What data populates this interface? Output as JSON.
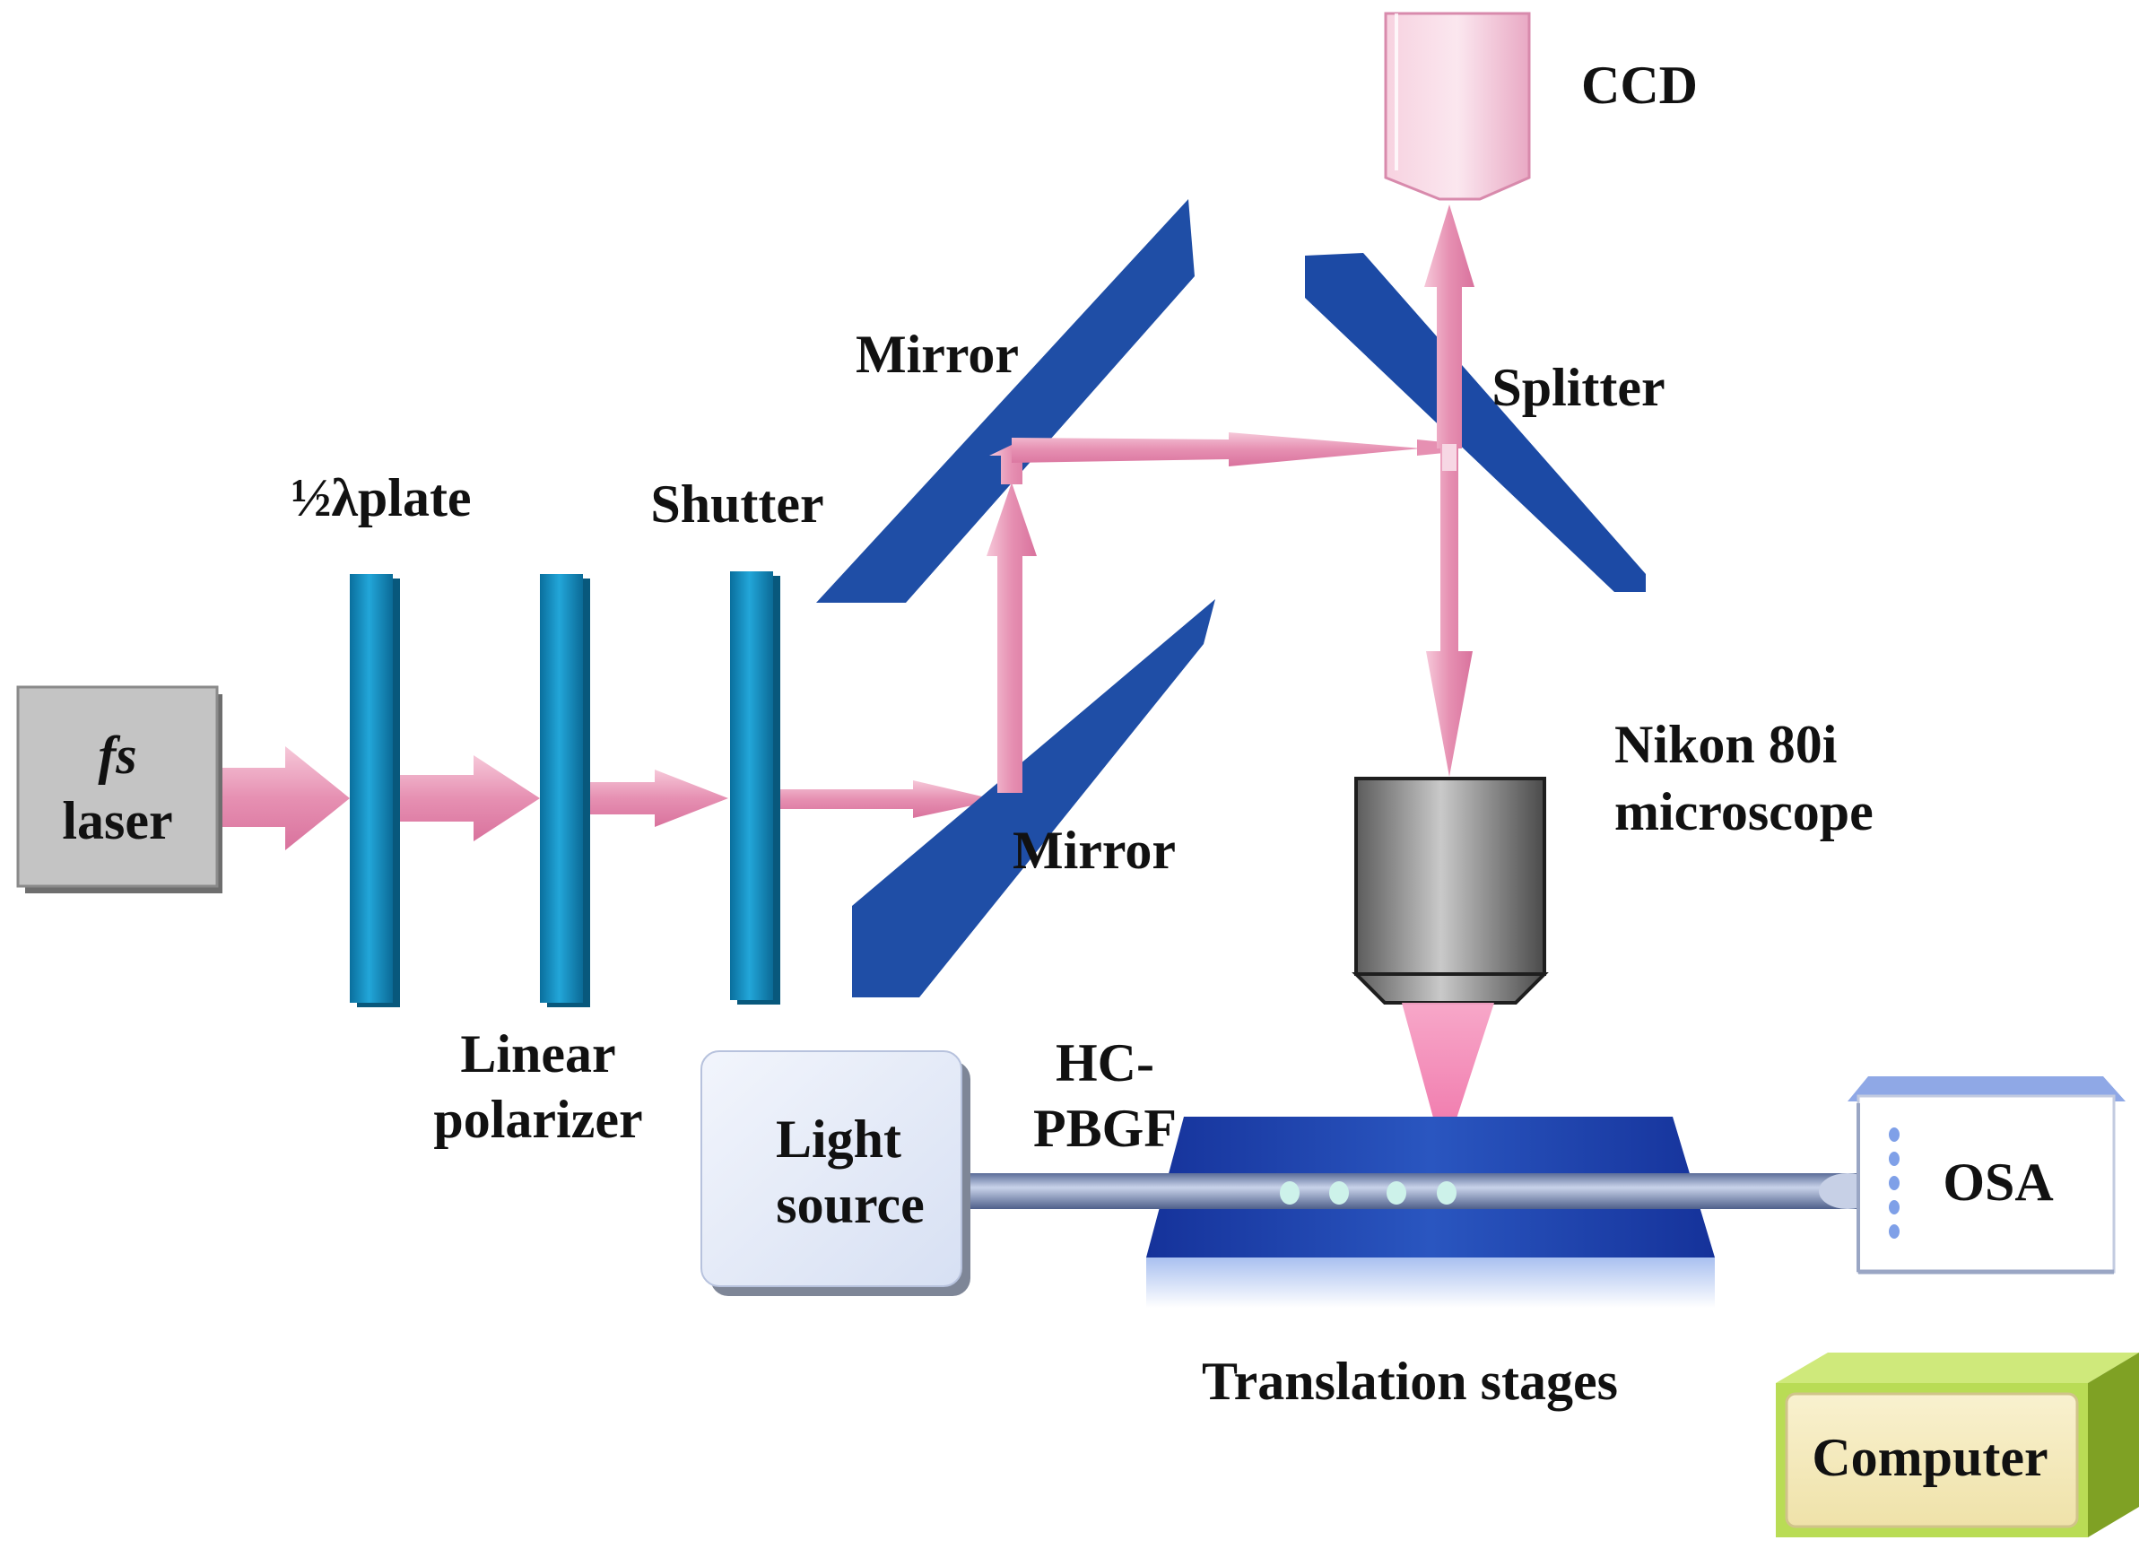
{
  "labels": {
    "laser_line1": "fs",
    "laser_line2": "laser",
    "half_wave_plate": "½λplate",
    "shutter": "Shutter",
    "linear_polarizer_line1": "Linear",
    "linear_polarizer_line2": "polarizer",
    "mirror_upper": "Mirror",
    "mirror_lower": "Mirror",
    "ccd": "CCD",
    "splitter": "Splitter",
    "microscope_line1": "Nikon 80i",
    "microscope_line2": "microscope",
    "light_source_line1": "Light",
    "light_source_line2": "source",
    "fiber_line1": "HC-",
    "fiber_line2": "PBGF",
    "osa": "OSA",
    "translation_stages": "Translation stages",
    "computer": "Computer"
  },
  "colors": {
    "beam": "#e79ab7",
    "optic_plate": "#1790c4",
    "mirror": "#1f4ea6",
    "stage": "#1c3fa5",
    "laser_box": "#c2c2c2",
    "light_source_box": "#dfe6f5",
    "computer_box": "#b9dc55"
  }
}
